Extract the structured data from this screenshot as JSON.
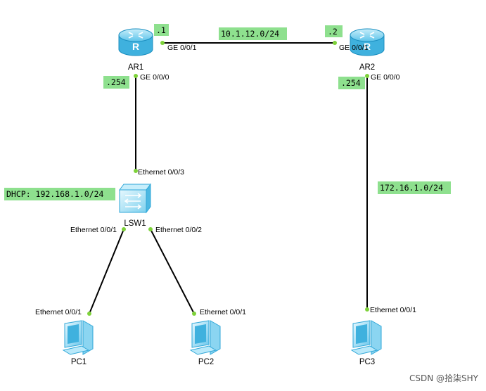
{
  "devices": {
    "ar1": "AR1",
    "ar2": "AR2",
    "lsw1": "LSW1",
    "pc1": "PC1",
    "pc2": "PC2",
    "pc3": "PC3"
  },
  "ports": {
    "ar1_g001": "GE 0/0/1",
    "ar1_g000": "GE 0/0/0",
    "ar2_g001": "GE 0/0/1",
    "ar2_g000": "GE 0/0/0",
    "lsw1_e003": "Ethernet 0/0/3",
    "lsw1_e001": "Ethernet 0/0/1",
    "lsw1_e002": "Ethernet 0/0/2",
    "pc1_e001": "Ethernet 0/0/1",
    "pc2_e001": "Ethernet 0/0/1",
    "pc3_e001": "Ethernet 0/0/1"
  },
  "tags": {
    "ar1_dot1": ".1",
    "link_net": "10.1.12.0/24",
    "ar2_dot2": ".2",
    "ar1_gw": ".254",
    "ar2_gw": ".254",
    "dhcp": "DHCP: 192.168.1.0/24",
    "net172": "172.16.1.0/24"
  },
  "watermark": "CSDN @拾柒SHY",
  "colors": {
    "link": "#000000",
    "port_dot": "#7ed23a",
    "tag_bg": "#8ee08e",
    "device_light": "#d9f3fc",
    "device_mid": "#7fd1ee",
    "device_dark": "#2fa7d8"
  }
}
